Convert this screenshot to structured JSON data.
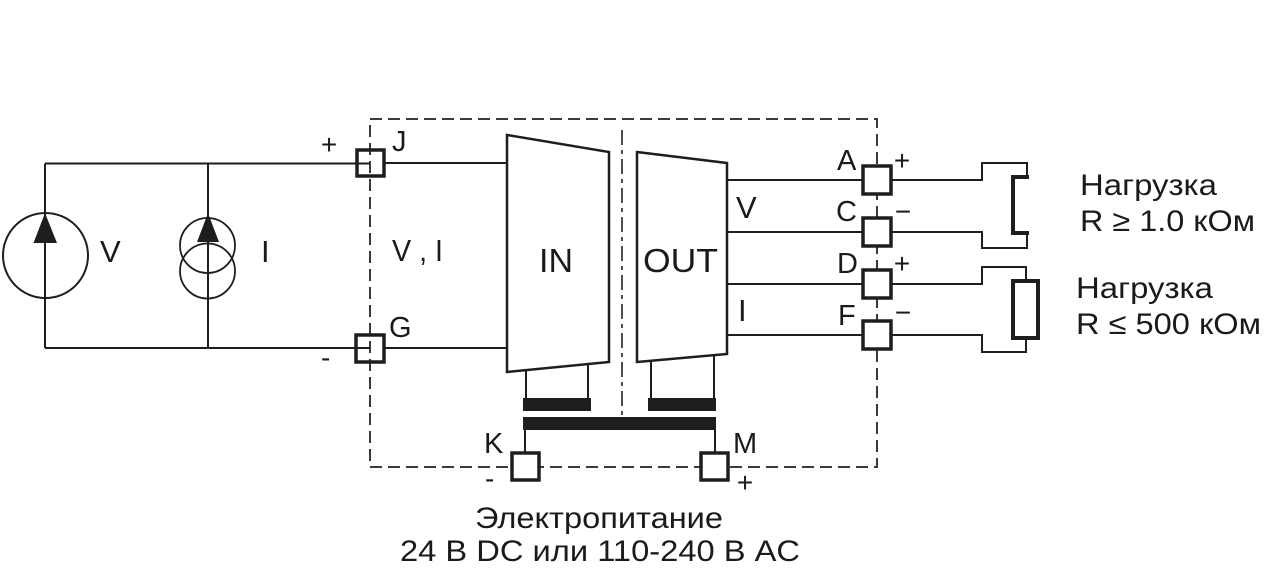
{
  "diagram": {
    "source_voltage": {
      "label": "V"
    },
    "source_current": {
      "label": "I"
    },
    "input": {
      "label": "V , I",
      "terminals": [
        {
          "id": "J",
          "polarity": "+"
        },
        {
          "id": "G",
          "polarity": "-"
        }
      ]
    },
    "blocks": {
      "input": "IN",
      "output": "OUT"
    },
    "output": {
      "voltage_label": "V",
      "current_label": "I",
      "terminals": [
        {
          "id": "A",
          "polarity": "+"
        },
        {
          "id": "C",
          "polarity": "−"
        },
        {
          "id": "D",
          "polarity": "+"
        },
        {
          "id": "F",
          "polarity": "−"
        }
      ]
    },
    "loads": [
      {
        "title": "Нагрузка",
        "spec": "R ≥ 1.0 кОм"
      },
      {
        "title": "Нагрузка",
        "spec": "R ≤ 500 кОм"
      }
    ],
    "power": {
      "title": "Электропитание",
      "spec": "24 В DC или 110-240 В AC",
      "terminals": [
        {
          "id": "K",
          "polarity": "-"
        },
        {
          "id": "M",
          "polarity": "+"
        }
      ]
    }
  },
  "colors": {
    "stroke": "#1e1e1e",
    "background": "#ffffff"
  }
}
